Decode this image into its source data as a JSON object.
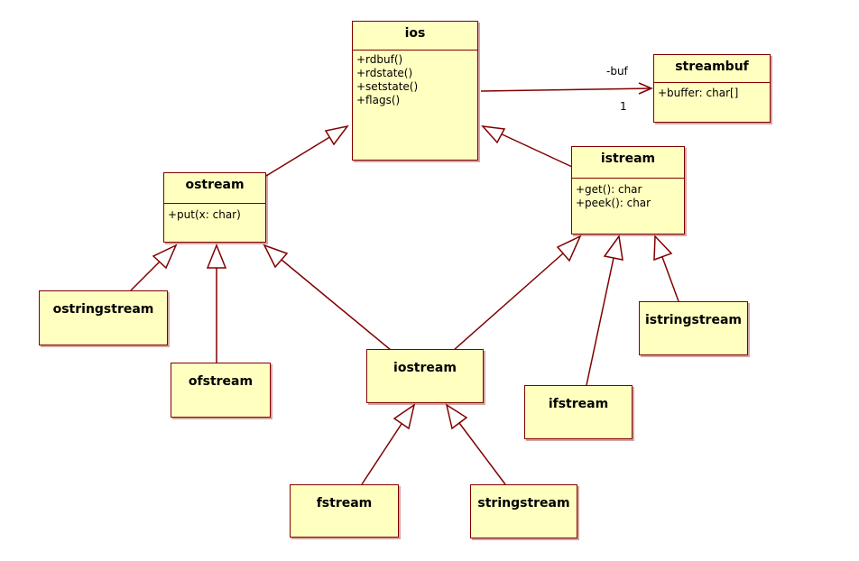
{
  "classes": {
    "ios": {
      "name": "ios",
      "operations": [
        "+rdbuf()",
        "+rdstate()",
        "+setstate()",
        "+flags()"
      ]
    },
    "streambuf": {
      "name": "streambuf",
      "attributes": [
        "+buffer: char[]"
      ]
    },
    "ostream": {
      "name": "ostream",
      "operations": [
        "+put(x: char)"
      ]
    },
    "istream": {
      "name": "istream",
      "operations": [
        "+get(): char",
        "+peek(): char"
      ]
    },
    "ostringstream": {
      "name": "ostringstream"
    },
    "ofstream": {
      "name": "ofstream"
    },
    "iostream": {
      "name": "iostream"
    },
    "istringstream": {
      "name": "istringstream"
    },
    "ifstream": {
      "name": "ifstream"
    },
    "fstream": {
      "name": "fstream"
    },
    "stringstream": {
      "name": "stringstream"
    }
  },
  "association": {
    "role": "-buf",
    "multiplicity": "1"
  },
  "colors": {
    "line": "#800000",
    "fill": "#ffffc0"
  }
}
